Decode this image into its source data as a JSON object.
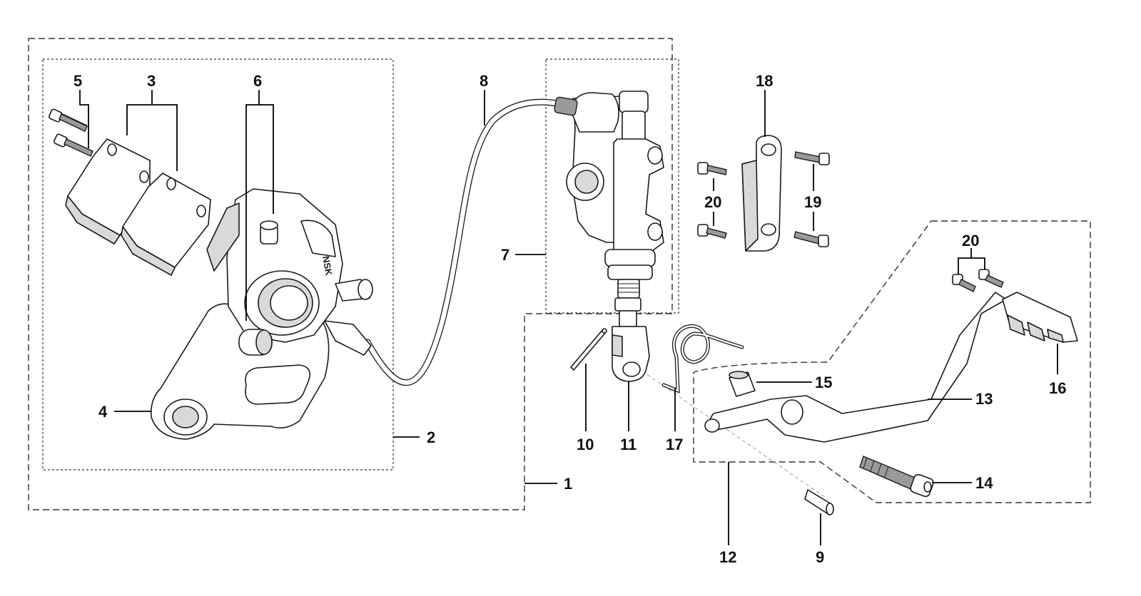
{
  "diagram": {
    "callouts": [
      {
        "id": "c1",
        "label": "1"
      },
      {
        "id": "c2",
        "label": "2"
      },
      {
        "id": "c3",
        "label": "3"
      },
      {
        "id": "c4",
        "label": "4"
      },
      {
        "id": "c5",
        "label": "5"
      },
      {
        "id": "c6",
        "label": "6"
      },
      {
        "id": "c7",
        "label": "7"
      },
      {
        "id": "c8",
        "label": "8"
      },
      {
        "id": "c9",
        "label": "9"
      },
      {
        "id": "c10",
        "label": "10"
      },
      {
        "id": "c11",
        "label": "11"
      },
      {
        "id": "c12",
        "label": "12"
      },
      {
        "id": "c13",
        "label": "13"
      },
      {
        "id": "c14",
        "label": "14"
      },
      {
        "id": "c15",
        "label": "15"
      },
      {
        "id": "c16",
        "label": "16"
      },
      {
        "id": "c17",
        "label": "17"
      },
      {
        "id": "c18",
        "label": "18"
      },
      {
        "id": "c19",
        "label": "19"
      },
      {
        "id": "c20a",
        "label": "20"
      },
      {
        "id": "c20b",
        "label": "20"
      }
    ],
    "caliper_logo": "NSK",
    "colors": {
      "line": "#1a1a1a",
      "shade": "#d9d9d9",
      "background": "#ffffff"
    }
  }
}
